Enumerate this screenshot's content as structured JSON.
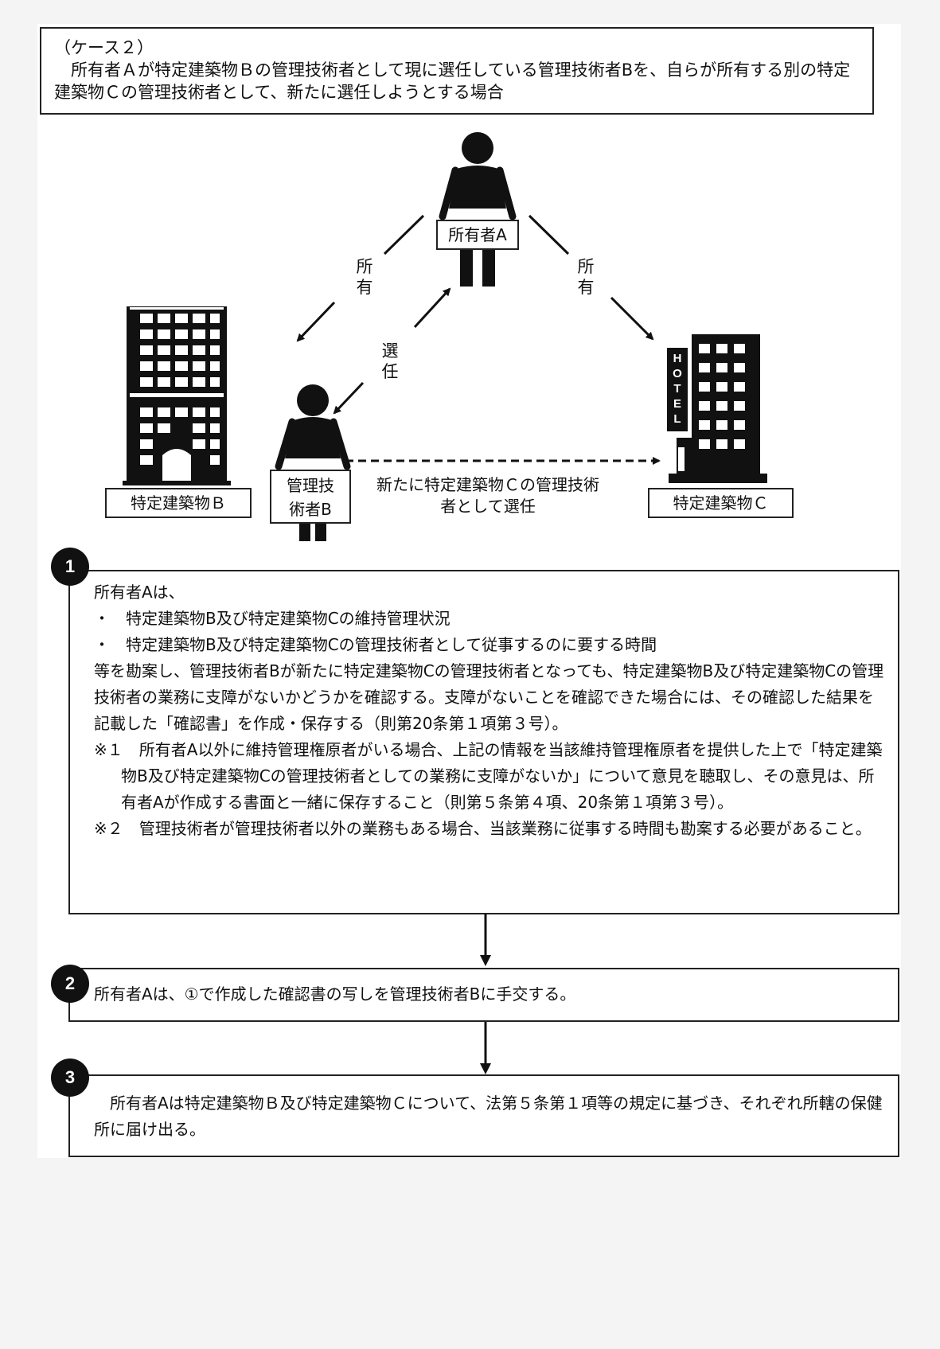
{
  "case_box": {
    "title": "（ケース２）",
    "description": "　所有者Ａが特定建築物Ｂの管理技術者として現に選任している管理技術者Bを、自らが所有する別の特定建築物Ｃの管理技術者として、新たに選任しようとする場合"
  },
  "diagram": {
    "owner_label": "所有者A",
    "owns_left_1": "所",
    "owns_left_2": "有",
    "owns_right_1": "所",
    "owns_right_2": "有",
    "appoint_1": "選",
    "appoint_2": "任",
    "manager_label_1": "管理技",
    "manager_label_2": "術者B",
    "building_b_label": "特定建築物Ｂ",
    "building_c_label": "特定建築物Ｃ",
    "hotel_sign": [
      "H",
      "O",
      "T",
      "E",
      "L"
    ],
    "new_appoint_1": "新たに特定建築物Ｃの管理技術",
    "new_appoint_2": "者として選任"
  },
  "step1": {
    "number": "1",
    "intro": "所有者Aは、",
    "bullet1": "・　特定建築物B及び特定建築物Cの維持管理状況",
    "bullet2": "・　特定建築物B及び特定建築物Cの管理技術者として従事するのに要する時間",
    "body": "等を勘案し、管理技術者Bが新たに特定建築物Cの管理技術者となっても、特定建築物B及び特定建築物Cの管理技術者の業務に支障がないかどうかを確認する。支障がないことを確認できた場合には、その確認した結果を記載した「確認書」を作成・保存する（則第20条第１項第３号）。",
    "note1": "※１　所有者A以外に維持管理権原者がいる場合、上記の情報を当該維持管理権原者を提供した上で「特定建築物B及び特定建築物Cの管理技術者としての業務に支障がないか」について意見を聴取し、その意見は、所有者Aが作成する書面と一緒に保存すること（則第５条第４項、20条第１項第３号）。",
    "note2": "※２　管理技術者が管理技術者以外の業務もある場合、当該業務に従事する時間も勘案する必要があること。"
  },
  "step2": {
    "number": "2",
    "text": "所有者Aは、①で作成した確認書の写しを管理技術者Bに手交する。"
  },
  "step3": {
    "number": "3",
    "text": "　所有者Aは特定建築物Ｂ及び特定建築物Ｃについて、法第５条第１項等の規定に基づき、それぞれ所轄の保健所に届け出る。"
  }
}
